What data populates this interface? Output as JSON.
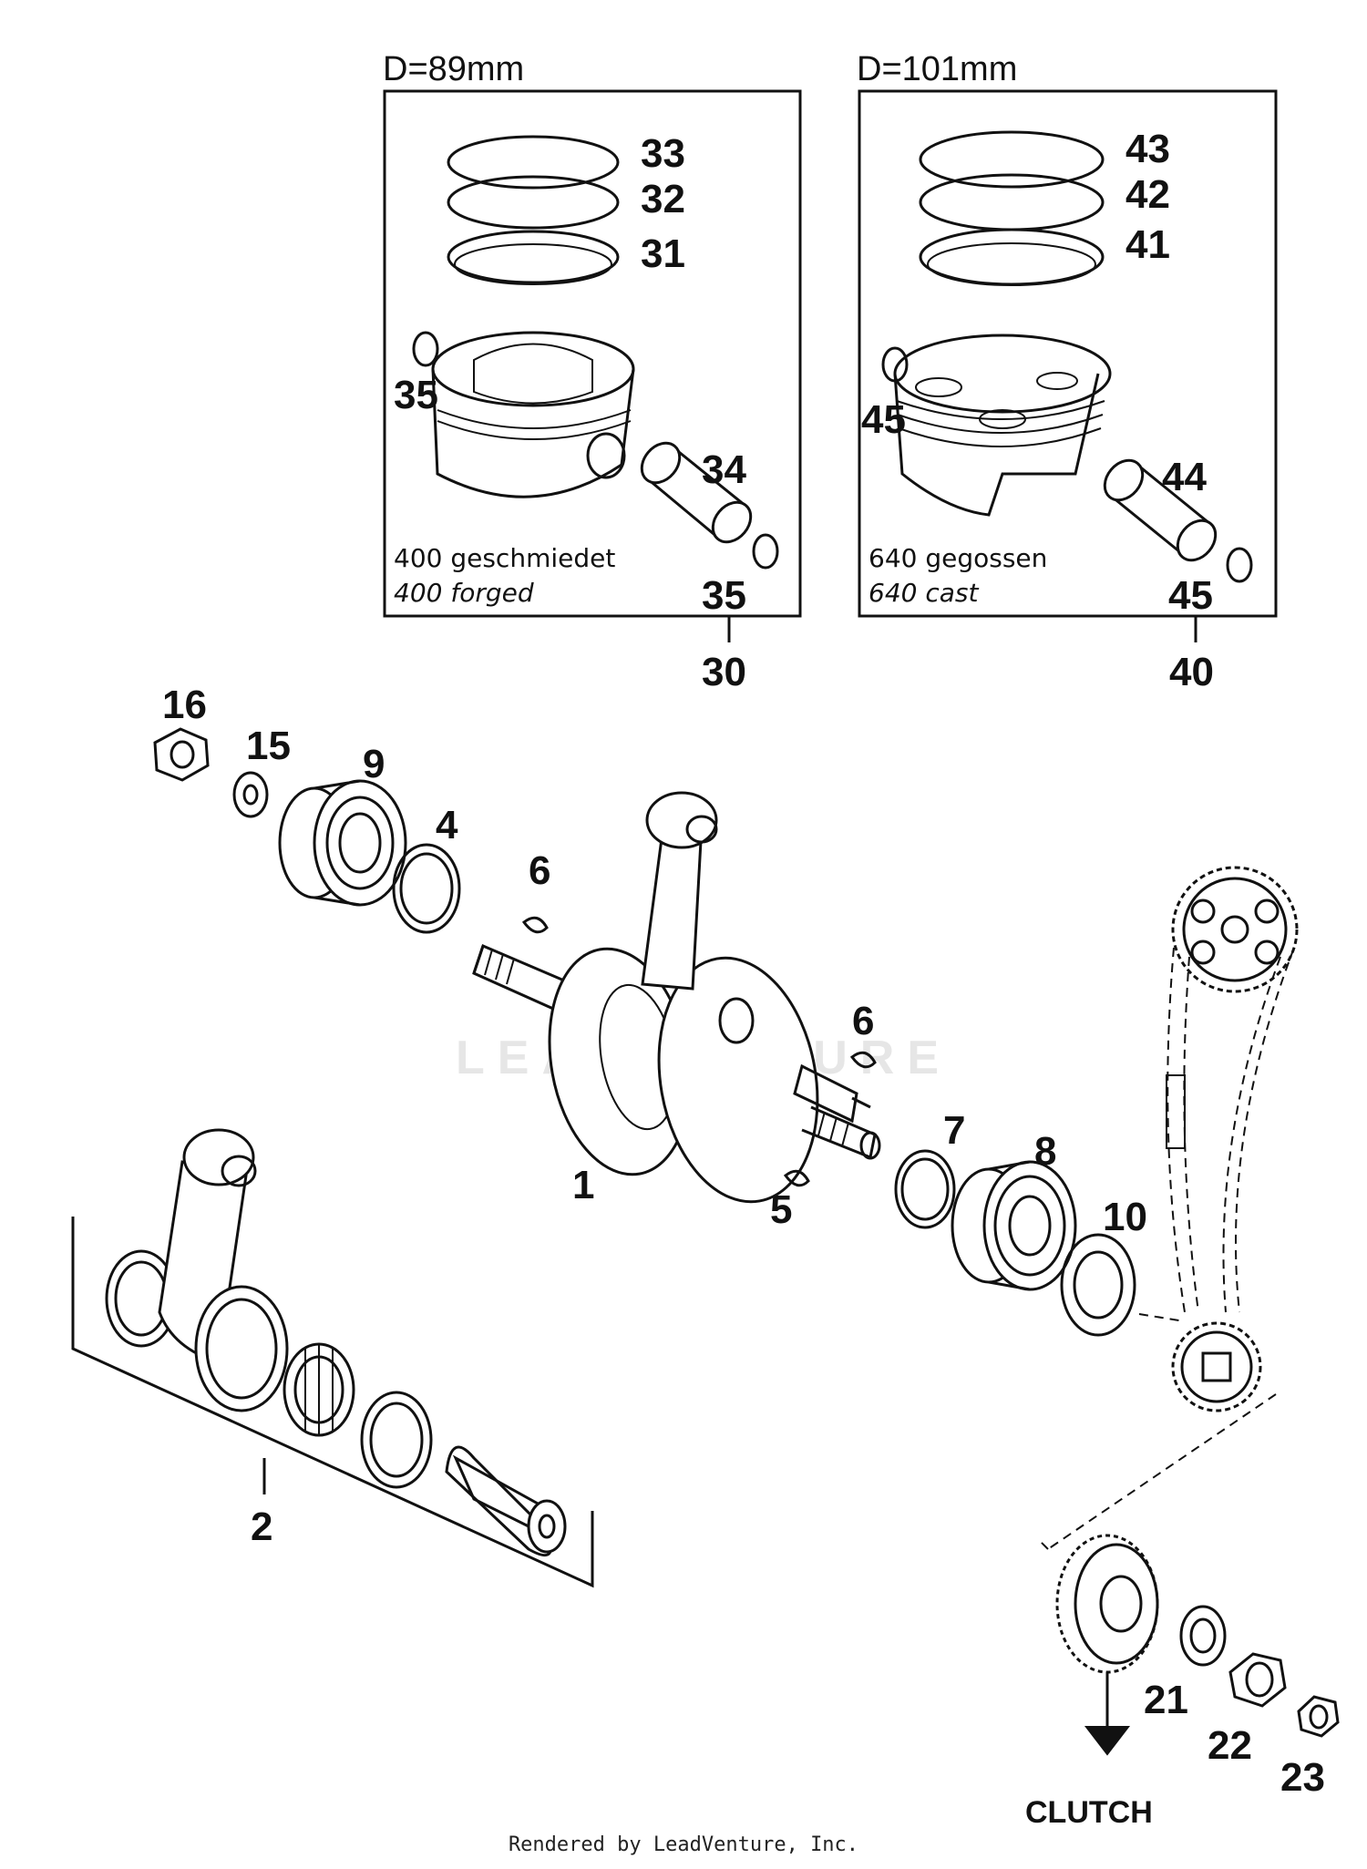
{
  "boxes": {
    "left": {
      "dimension": "D=89mm",
      "note_de": "400 geschmiedet",
      "note_en": "400 forged",
      "callout": "30",
      "labels": {
        "ring_top": "33",
        "ring_mid": "32",
        "ring_bottom": "31",
        "clip_left": "35",
        "pin": "34",
        "clip_right": "35"
      }
    },
    "right": {
      "dimension": "D=101mm",
      "note_de": "640 gegossen",
      "note_en": "640 cast",
      "callout": "40",
      "labels": {
        "ring_top": "43",
        "ring_mid": "42",
        "ring_bottom": "41",
        "clip_left": "45",
        "pin": "44",
        "clip_right": "45"
      }
    }
  },
  "parts": {
    "nut_16": "16",
    "washer_15": "15",
    "bearing_9": "9",
    "shim_4": "4",
    "key_6_top": "6",
    "key_6_right": "6",
    "crankshaft_1": "1",
    "key_5": "5",
    "shim_7": "7",
    "bearing_8": "8",
    "seal_10": "10",
    "conrod_kit_2": "2",
    "lockwasher_21": "21",
    "nut_22": "22",
    "nut_23": "23"
  },
  "clutch_label": "CLUTCH",
  "watermark": "LEADVENTURE",
  "footer": "Rendered by LeadVenture, Inc."
}
